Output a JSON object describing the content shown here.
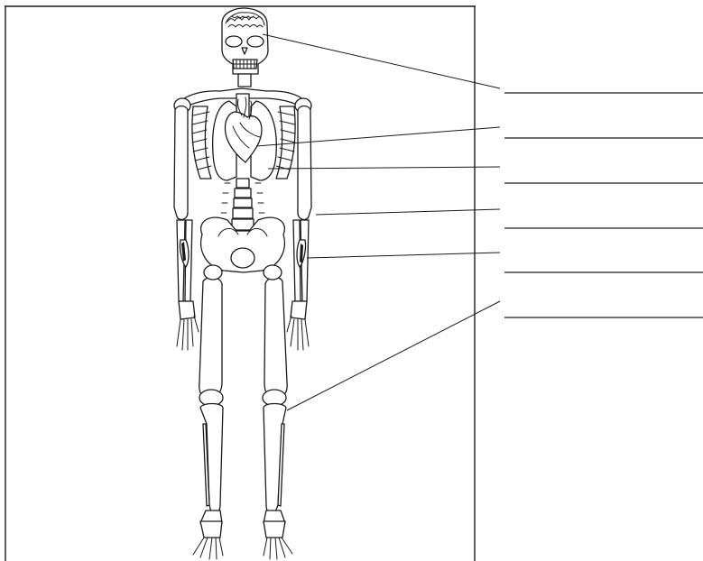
{
  "diagram": {
    "labels": [
      {
        "id": "brain",
        "text": ""
      },
      {
        "id": "heart",
        "text": ""
      },
      {
        "id": "lungs",
        "text": ""
      },
      {
        "id": "arm-bone",
        "text": ""
      },
      {
        "id": "forearm-muscle",
        "text": ""
      },
      {
        "id": "unused-blank",
        "text": ""
      },
      {
        "id": "knee-joint",
        "text": ""
      }
    ]
  },
  "colors": {
    "ink": "#1a1a1a",
    "paper": "#ffffff"
  }
}
